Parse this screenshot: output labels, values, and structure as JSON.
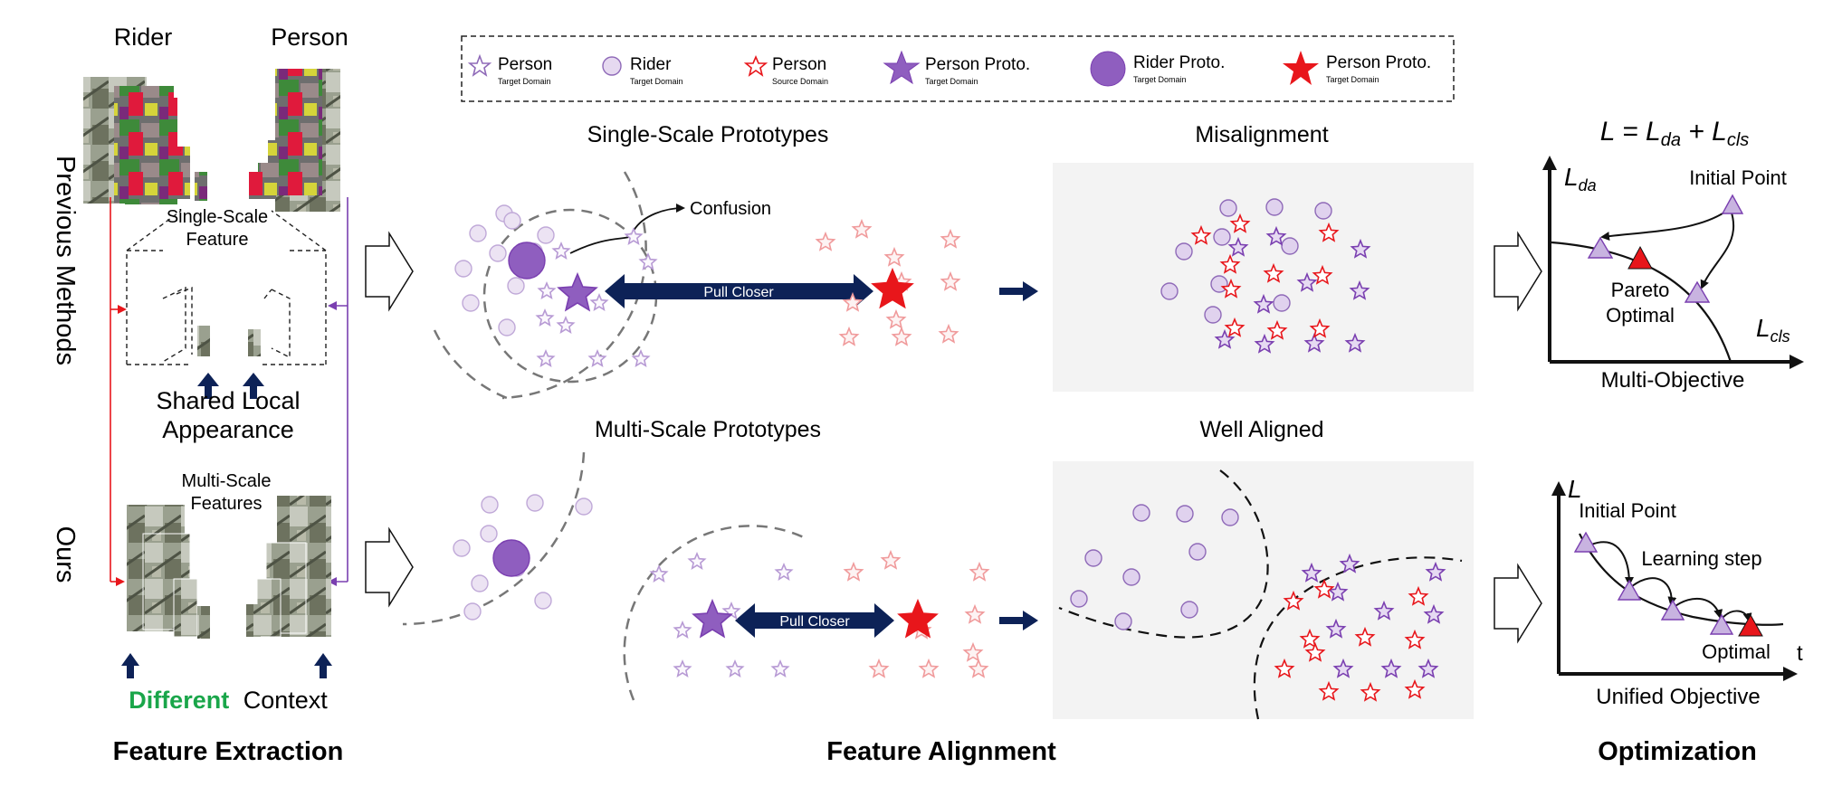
{
  "extraction": {
    "rider_label": "Rider",
    "person_label": "Person",
    "row_previous": "Previous Methods",
    "row_ours": "Ours",
    "single_scale_line1": "Single-Scale",
    "single_scale_line2": "Feature",
    "shared_line1": "Shared Local",
    "shared_line2": "Appearance",
    "multi_scale_line1": "Multi-Scale",
    "multi_scale_line2": "Features",
    "different_word": "Different",
    "context_word": "Context",
    "section_title": "Feature Extraction"
  },
  "legend": {
    "items": [
      {
        "title": "Person",
        "sub": "Target Domain",
        "marker": "star-outline-purple"
      },
      {
        "title": "Rider",
        "sub": "Target Domain",
        "marker": "circle-light-purple"
      },
      {
        "title": "Person",
        "sub": "Source Domain",
        "marker": "star-outline-red"
      },
      {
        "title": "Person Proto.",
        "sub": "Target Domain",
        "marker": "star-filled-purple"
      },
      {
        "title": "Rider Proto.",
        "sub": "Target Domain",
        "marker": "circle-filled-purple"
      },
      {
        "title": "Person Proto.",
        "sub": "Target Domain",
        "marker": "star-filled-red"
      }
    ]
  },
  "alignment": {
    "single_title": "Single-Scale Prototypes",
    "multi_title": "Multi-Scale Prototypes",
    "confusion": "Confusion",
    "pull_closer_top": "Pull Closer",
    "pull_closer_bottom": "Pull Closer",
    "misalignment": "Misalignment",
    "well_aligned": "Well Aligned",
    "section_title": "Feature Alignment"
  },
  "optimization": {
    "equation": "L = L_da + L_cls",
    "axis_lda": "L_da",
    "axis_lcls": "L_cls",
    "initial_point_top": "Initial Point",
    "pareto_line1": "Pareto",
    "pareto_line2": "Optimal",
    "multi_objective": "Multi-Objective",
    "axis_l": "L",
    "axis_t": "t",
    "initial_point_bottom": "Initial Point",
    "learning_step": "Learning step",
    "optimal": "Optimal",
    "unified_objective": "Unified Objective",
    "section_title": "Optimization"
  },
  "colors": {
    "purple_fill": "#8f5ebf",
    "purple_light": "#e6d9f0",
    "purple_stroke": "#8f6ab8",
    "red": "#e8161b",
    "red_light": "#f07f80",
    "navy": "#0d2257",
    "green": "#1aa64a",
    "panel_bg": "#f3f3f3"
  }
}
